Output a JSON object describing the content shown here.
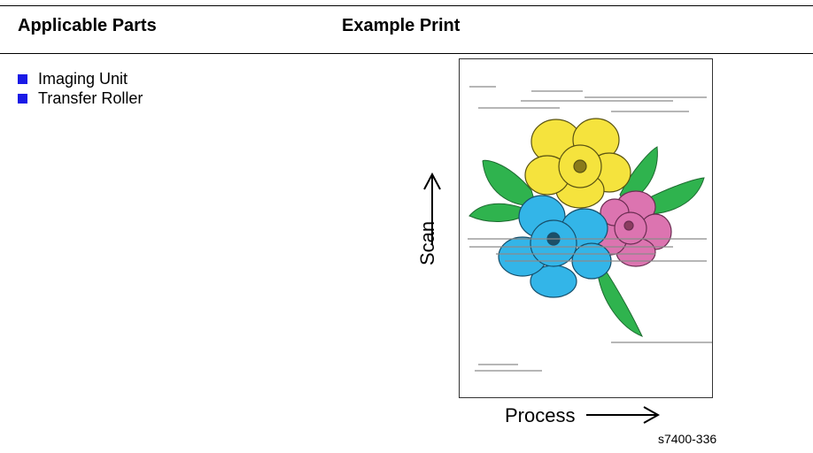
{
  "header": {
    "applicable_parts": "Applicable Parts",
    "example_print": "Example Print"
  },
  "parts": [
    "Imaging Unit",
    "Transfer Roller"
  ],
  "figure": {
    "scan_label": "Scan",
    "process_label": "Process",
    "figure_id": "s7400-336"
  },
  "colors": {
    "bullet": "#1a1ae6",
    "yellow_flower": "#f5e33d",
    "cyan_flower": "#33b5e8",
    "pink_flower": "#dc74b0",
    "leaf": "#2fb34e"
  }
}
